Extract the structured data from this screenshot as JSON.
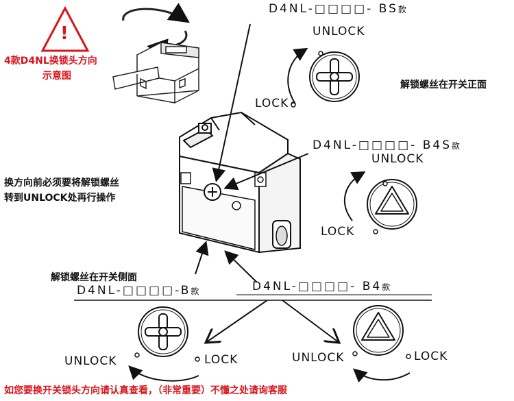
{
  "warning_title_line1": "4款D4NL换锁头方向",
  "warning_title_line2": "示意图",
  "warning_mark": "!",
  "model_bs": "D4NL-□□□□- BS",
  "model_b4s": "D4NL-□□□□- B4S",
  "model_b": "D4NL-□□□□-B",
  "model_b4": "D4NL-□□□□- B4",
  "kuan": "款",
  "unlock": "UNLOCK",
  "lock": "LOCK",
  "note_front": "解锁螺丝在开关正面",
  "note_turn_line1": "换方向前必须要将解锁螺丝",
  "note_turn_line2": "转到UNLOCK处再行操作",
  "note_side": "解锁螺丝在开关侧面",
  "footer": "如您要换开关锁头方向请认真查看，（非常重要）不懂之处请询客服",
  "colors": {
    "red": "#d8141c",
    "ink": "#111111"
  }
}
